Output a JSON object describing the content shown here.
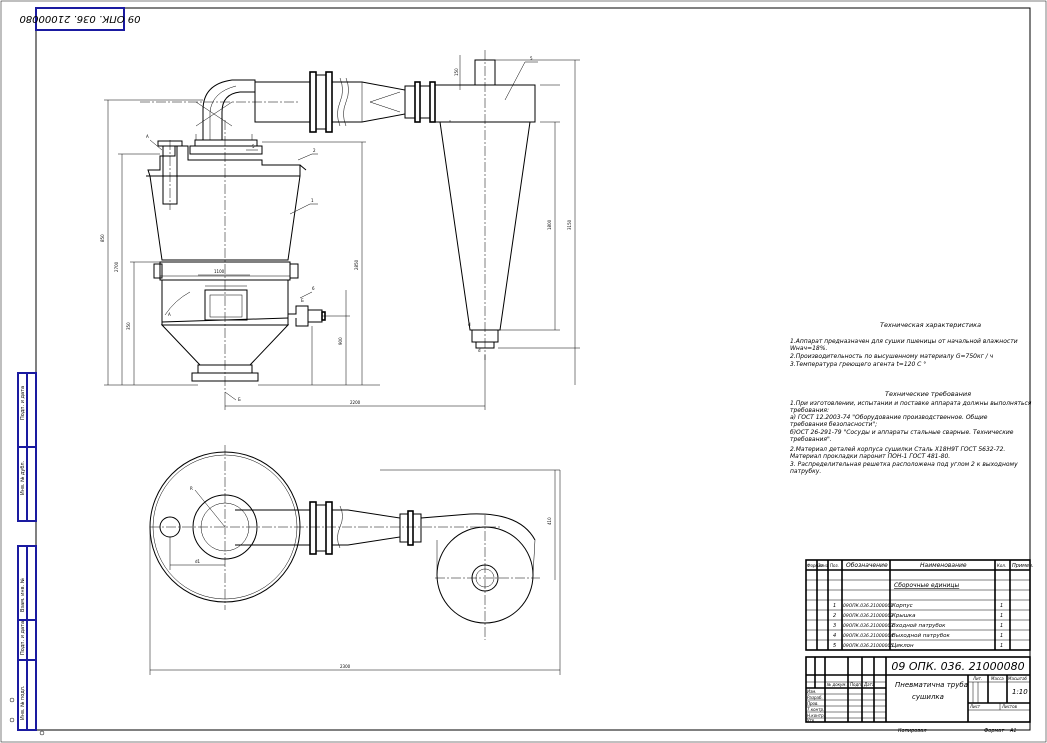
{
  "sheet": {
    "stamp_code": "09 ОПК. 036. 21000080"
  },
  "side_panel": {
    "labels": [
      "Инв. № подл.",
      "Подп. и дата",
      "Взам. инв. №",
      "Инв. № дубл.",
      "Подп. и дата"
    ]
  },
  "tech_specs": {
    "title": "Техническая характеристика",
    "lines": [
      "1.Аппарат предназначен для сушки пшеницы от начальной влажности",
      "   Wнач=18%.",
      "2.Производительность по высушенному материалу G=750кг / ч",
      "3.Температура греющего агента t=120 С  °"
    ]
  },
  "tech_requirements": {
    "title": "Технические требования",
    "lines": [
      "1.При изготовлении, испытании и поставке аппарата должны выполняться",
      "требования:",
      "а) ГОСТ 12.2003-74 \"Оборудование производственное. Общие",
      "требования безопасности\";",
      "б)ОСТ 26-291-79 \"Сосуды и аппараты стальные сварные. Технические",
      "требования\".",
      "2.Материал деталей корпуса сушилки Сталь Х18Н9Т ГОСТ 5632-72.",
      "Материал прокладки паронит ПОН-1 ГОСТ 481-80.",
      "3. Распределительная решетка расположена под углом 2 к выходному",
      "патрубку."
    ]
  },
  "spec_table": {
    "headers": [
      "Формат",
      "Зона",
      "Поз.",
      "Обозначение",
      "Наименование",
      "Кол.",
      "Примеч."
    ],
    "section_title": "Сборочные единицы",
    "rows": [
      {
        "pos": "1",
        "code": "09ОПК.036.21000001",
        "name": "Корпус",
        "qty": "1"
      },
      {
        "pos": "2",
        "code": "09ОПК.036.21000002",
        "name": "Крышка",
        "qty": "1"
      },
      {
        "pos": "3",
        "code": "09ОПК.036.21000003",
        "name": "Входной патрубок",
        "qty": "1"
      },
      {
        "pos": "4",
        "code": "09ОПК.036.21000004",
        "name": "Выходной патрубок",
        "qty": "1"
      },
      {
        "pos": "5",
        "code": "09ОПК.036.21000005",
        "name": "Циклон",
        "qty": "1"
      }
    ]
  },
  "title_block": {
    "designation": "09 ОПК. 036. 21000080",
    "name_line1": "Пневматична труба",
    "name_line2": "сушилка",
    "lit_header": "Лит.",
    "mass_header": "Масса",
    "scale_header": "Масштаб",
    "scale_value": "1:10",
    "sheet_label": "Лист",
    "sheets_label": "Листов",
    "role_labels": [
      "Изм.",
      "Разраб.",
      "Пров.",
      "Т.контр.",
      "Н.контр.",
      "Утв."
    ],
    "col_labels": [
      "№ докум.",
      "Подп.",
      "Дата"
    ],
    "copied_label": "Копировал",
    "format_label": "Формат",
    "format_value": "А1"
  },
  "callouts": {
    "pos1": "1",
    "pos2": "2",
    "pos3": "3",
    "pos4": "4",
    "pos5": "5",
    "pos6": "6",
    "letterA": "А",
    "letterB": "Б"
  }
}
